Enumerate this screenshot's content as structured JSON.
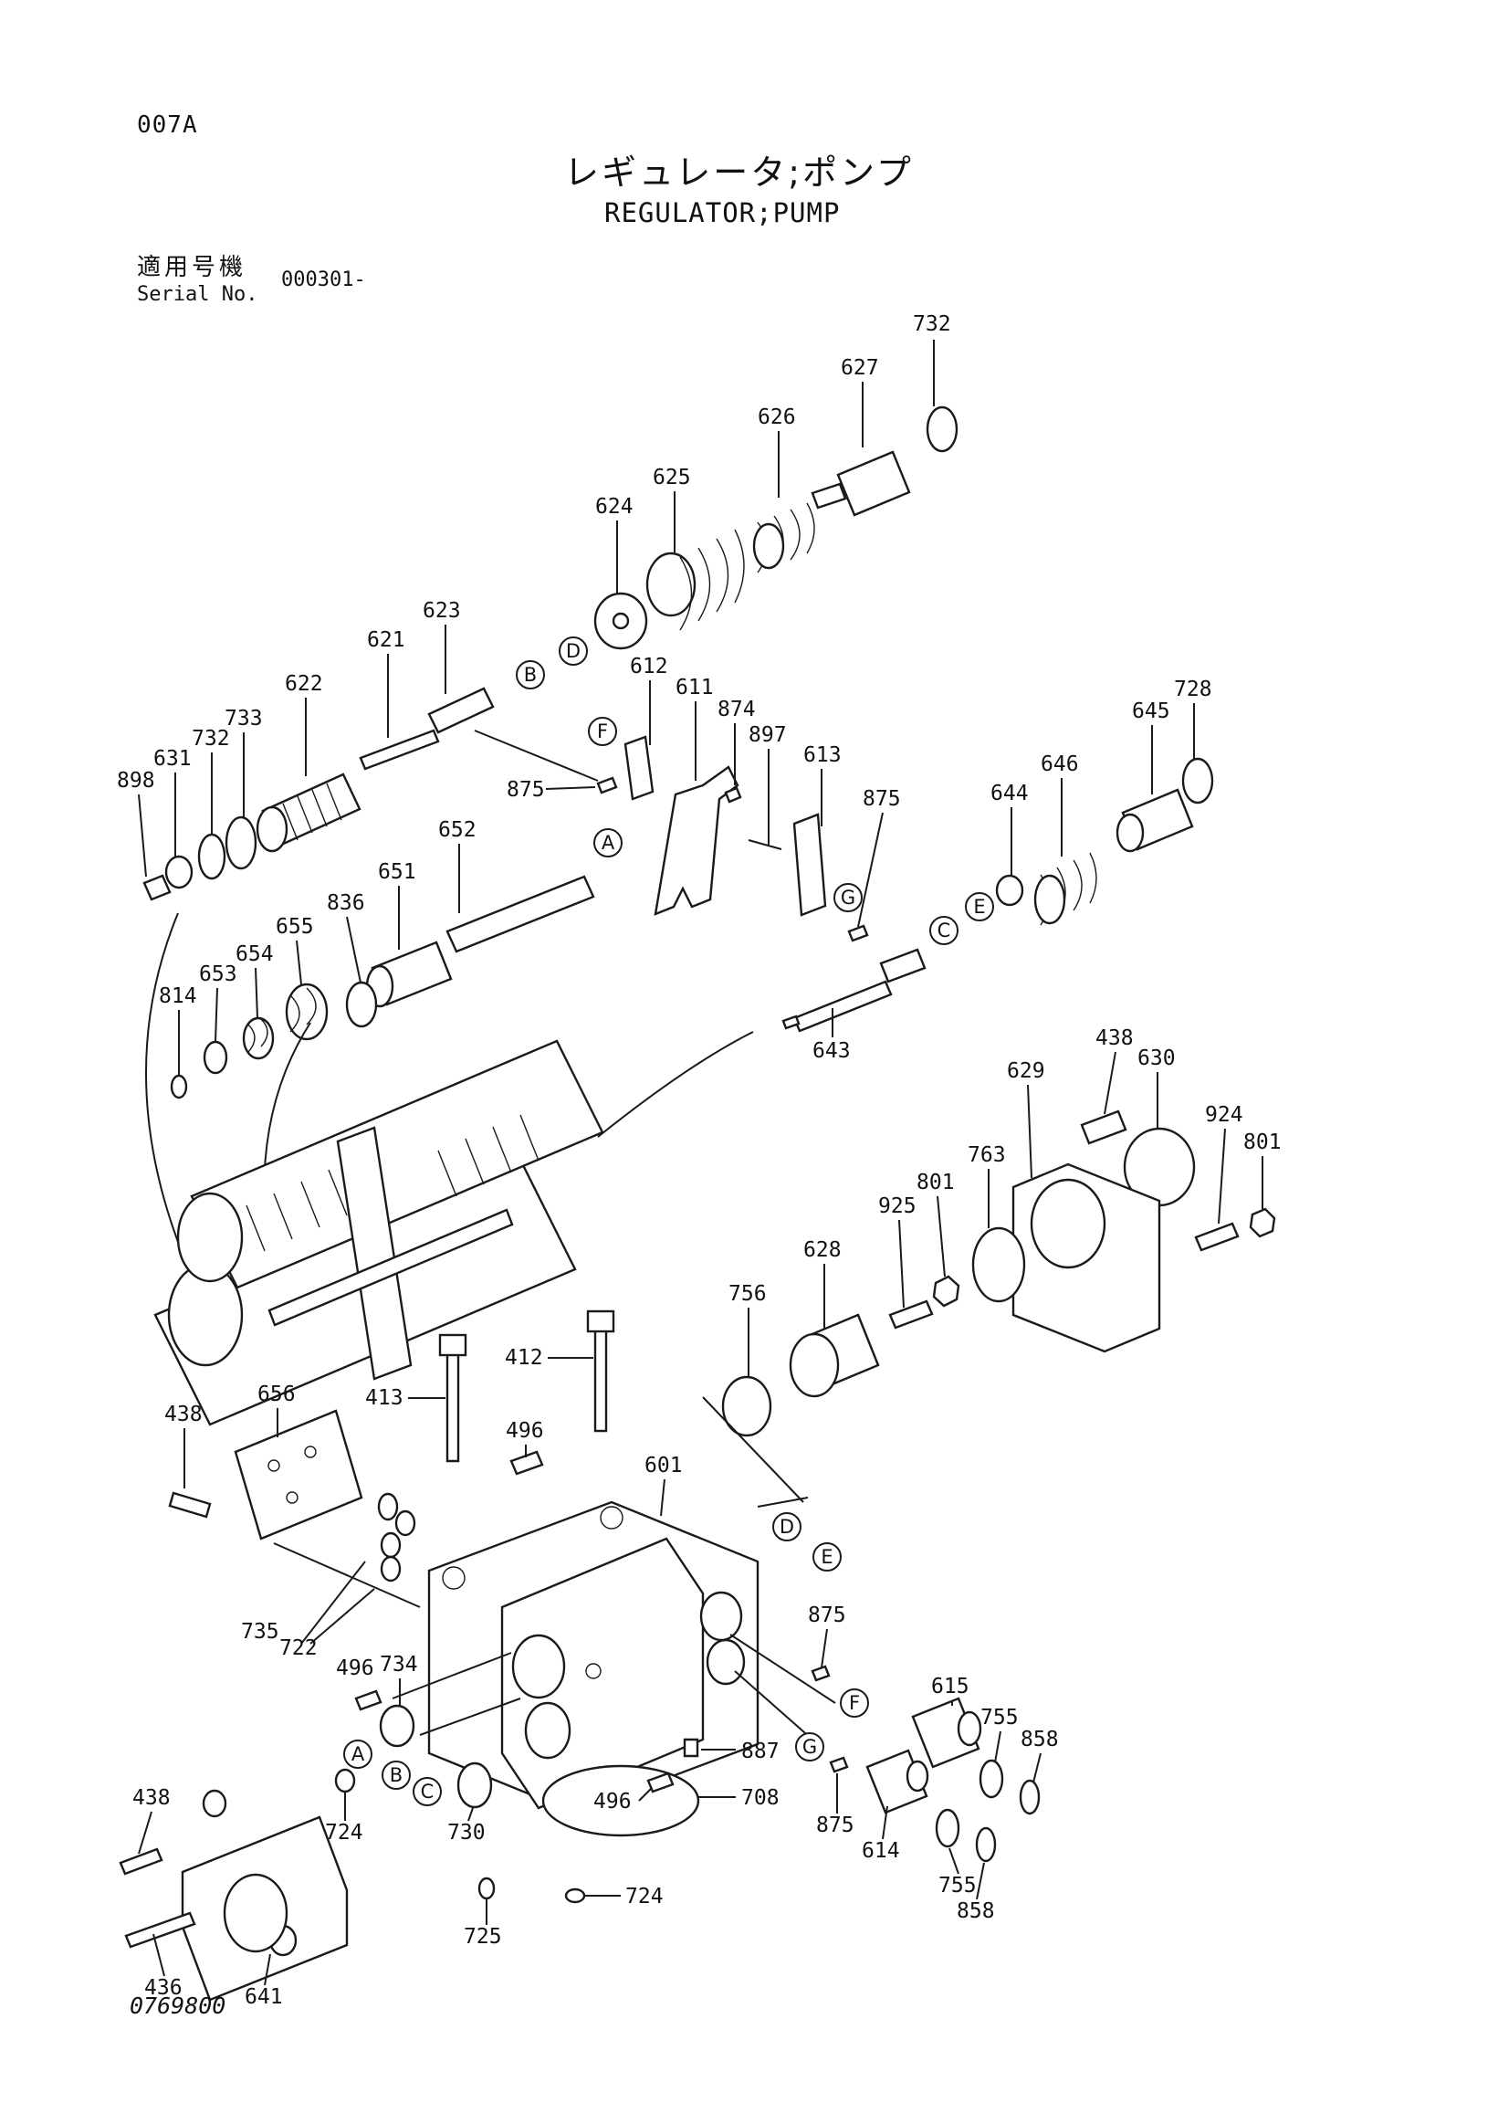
{
  "header": {
    "page_code": "007A",
    "title_jp": "レギュレータ;ポンプ",
    "title_en": "REGULATOR;PUMP",
    "serial_label_jp": "適用号機",
    "serial_label_en": "Serial No.",
    "serial_value": "000301-"
  },
  "footer": {
    "drawing_number": "0769800"
  },
  "callouts": {
    "p732a": "732",
    "p627": "627",
    "p626": "626",
    "p625": "625",
    "p624": "624",
    "p623": "623",
    "p621": "621",
    "p622": "622",
    "p733": "733",
    "p732b": "732",
    "p631": "631",
    "p898": "898",
    "p612": "612",
    "p611": "611",
    "p874": "874",
    "p897": "897",
    "p613": "613",
    "p875a": "875",
    "p875b": "875",
    "p645": "645",
    "p728": "728",
    "p646": "646",
    "p644": "644",
    "p652": "652",
    "p651": "651",
    "p836": "836",
    "p655": "655",
    "p654": "654",
    "p653": "653",
    "p814": "814",
    "p643": "643",
    "p438a": "438",
    "p630": "630",
    "p629": "629",
    "p924": "924",
    "p801a": "801",
    "p763": "763",
    "p801b": "801",
    "p925": "925",
    "p628": "628",
    "p756": "756",
    "p412": "412",
    "p413": "413",
    "p656": "656",
    "p438b": "438",
    "p496a": "496",
    "p601": "601",
    "p735": "735",
    "p722": "722",
    "p496b": "496",
    "p734": "734",
    "p875c": "875",
    "p615": "615",
    "p755a": "755",
    "p858a": "858",
    "p887": "887",
    "p438c": "438",
    "p724a": "724",
    "p496c": "496",
    "p708": "708",
    "p730": "730",
    "p875d": "875",
    "p614": "614",
    "p755b": "755",
    "p858b": "858",
    "p725": "725",
    "p724b": "724",
    "p436": "436",
    "p641": "641"
  },
  "connection_refs": {
    "b_top": "B",
    "d_top": "D",
    "f_top": "F",
    "a_mid": "A",
    "g_mid": "G",
    "c_mid": "C",
    "e_mid": "E",
    "d_body": "D",
    "e_body": "E",
    "f_body": "F",
    "g_body": "G",
    "a_low": "A",
    "b_low": "B",
    "c_low": "C"
  }
}
